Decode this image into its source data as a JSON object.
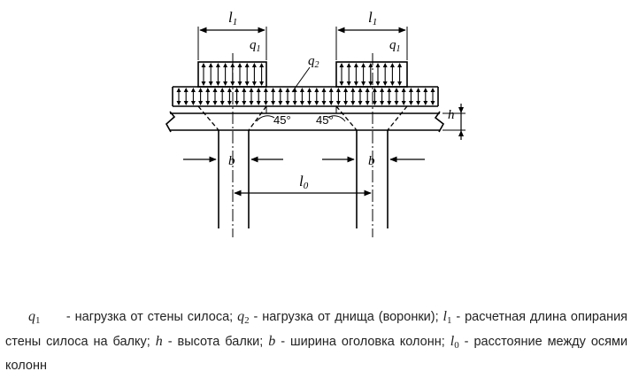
{
  "diagram": {
    "labels": {
      "l1": "l",
      "l1_sub": "1",
      "q1": "q",
      "q1_sub": "1",
      "q2": "q",
      "q2_sub": "2",
      "h": "h",
      "b": "b",
      "l0": "l",
      "l0_sub": "0",
      "angle": "45°"
    }
  },
  "legend": {
    "q1_symbol": "q",
    "q1_sub": "1",
    "q1_text": "- нагрузка от стены силоса;",
    "q2_symbol": "q",
    "q2_sub": "2",
    "q2_text": "- нагрузка от днища (воронки);",
    "l1_symbol": "l",
    "l1_sub": "1",
    "l1_text": "- расчетная длина опирания стены силоса на балку;",
    "h_symbol": "h",
    "h_text": "- высота балки;",
    "b_symbol": "b",
    "b_text": "- ширина оголовка колонн;",
    "l0_symbol": "l",
    "l0_sub": "0",
    "l0_text": "- расстояние между осями колонн"
  }
}
